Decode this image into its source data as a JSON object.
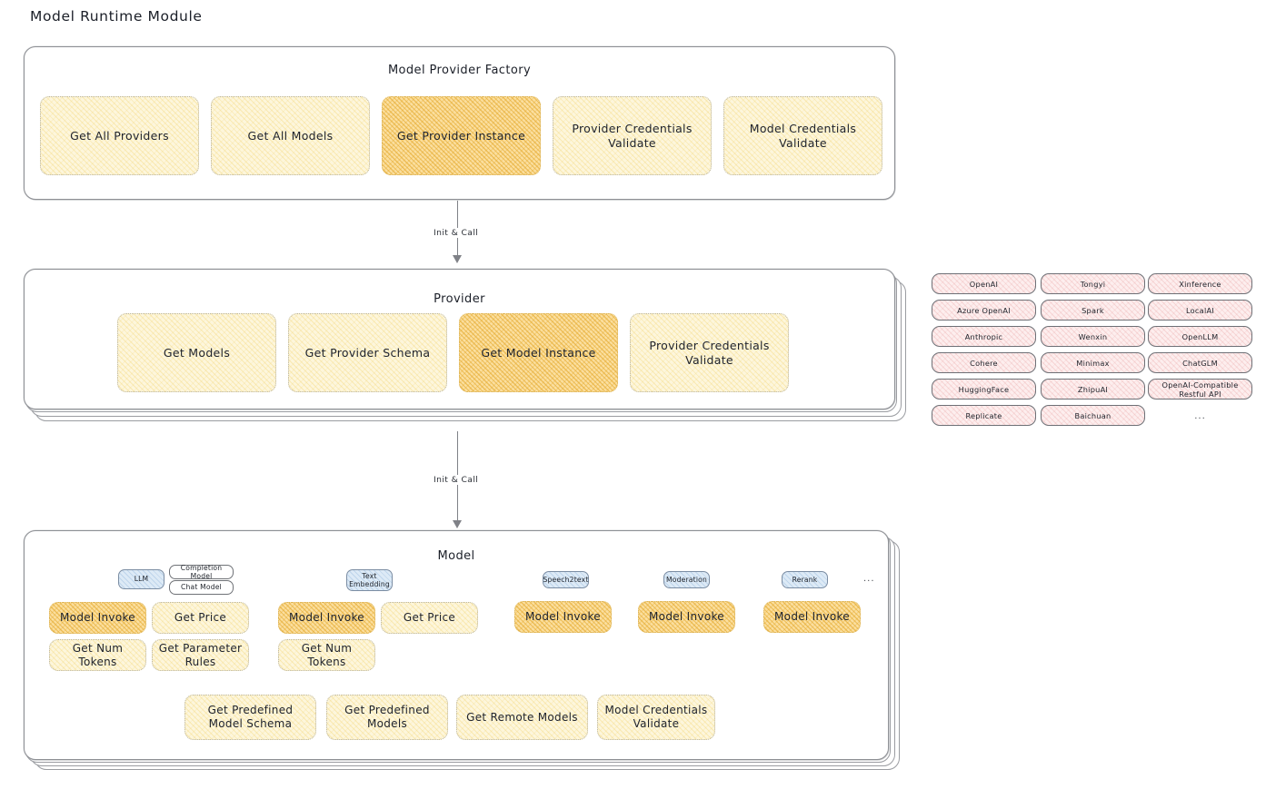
{
  "page": {
    "title": "Model Runtime Module"
  },
  "factory": {
    "title": "Model Provider Factory",
    "methods": [
      {
        "label": "Get All Providers",
        "highlight": false
      },
      {
        "label": "Get All Models",
        "highlight": false
      },
      {
        "label": "Get Provider Instance",
        "highlight": true
      },
      {
        "label": "Provider Credentials Validate",
        "highlight": false
      },
      {
        "label": "Model Credentials Validate",
        "highlight": false
      }
    ]
  },
  "arrow1": {
    "label": "Init & Call"
  },
  "provider": {
    "title": "Provider",
    "methods": [
      {
        "label": "Get Models",
        "highlight": false
      },
      {
        "label": "Get Provider Schema",
        "highlight": false
      },
      {
        "label": "Get Model Instance",
        "highlight": true
      },
      {
        "label": "Provider Credentials Validate",
        "highlight": false
      }
    ]
  },
  "arrow2": {
    "label": "Init & Call"
  },
  "provider_list": {
    "columns": [
      [
        "OpenAI",
        "Azure OpenAI",
        "Anthropic",
        "Cohere",
        "HuggingFace",
        "Replicate"
      ],
      [
        "Tongyi",
        "Spark",
        "Wenxin",
        "Minimax",
        "ZhipuAI",
        "Baichuan"
      ],
      [
        "Xinference",
        "LocalAI",
        "OpenLLM",
        "ChatGLM",
        "OpenAI-Compatible Restful API"
      ]
    ],
    "ellipsis": "..."
  },
  "model": {
    "title": "Model",
    "ellipsis": "...",
    "types": [
      {
        "tag": "LLM",
        "subtags": [
          "Completion Model",
          "Chat Model"
        ],
        "methods": [
          {
            "label": "Model Invoke",
            "highlight": true
          },
          {
            "label": "Get Price",
            "highlight": false
          },
          {
            "label": "Get Num Tokens",
            "highlight": false
          },
          {
            "label": "Get Parameter Rules",
            "highlight": false
          }
        ]
      },
      {
        "tag": "Text Embedding",
        "subtags": [],
        "methods": [
          {
            "label": "Model Invoke",
            "highlight": true
          },
          {
            "label": "Get Price",
            "highlight": false
          },
          {
            "label": "Get Num Tokens",
            "highlight": false
          }
        ]
      },
      {
        "tag": "Speech2text",
        "subtags": [],
        "methods": [
          {
            "label": "Model Invoke",
            "highlight": true
          }
        ]
      },
      {
        "tag": "Moderation",
        "subtags": [],
        "methods": [
          {
            "label": "Model Invoke",
            "highlight": true
          }
        ]
      },
      {
        "tag": "Rerank",
        "subtags": [],
        "methods": [
          {
            "label": "Model Invoke",
            "highlight": true
          }
        ]
      }
    ],
    "common_methods": [
      "Get Predefined Model Schema",
      "Get Predefined Models",
      "Get Remote Models",
      "Model Credentials Validate"
    ]
  },
  "colors": {
    "chip_fill": "#fdf6dc",
    "chip_highlight_fill": "#fbdf9f",
    "pill_fill": "#fdeeee",
    "tag_fill": "#ddeaf6",
    "border": "#8d8f94"
  }
}
